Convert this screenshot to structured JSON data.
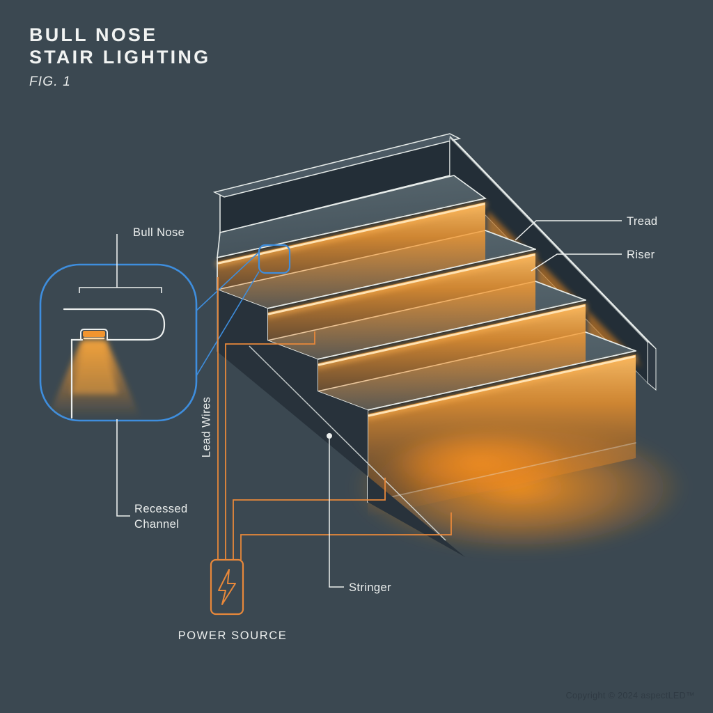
{
  "colors": {
    "background": "#3B4851",
    "accent_orange": "#EF8E2C",
    "accent_blue": "#3E8EDE",
    "line_white": "#ECEFEE",
    "tread_slate": "#4E5E69"
  },
  "title": {
    "line1": "BULL NOSE",
    "line2": "STAIR LIGHTING",
    "fig_label": "FIG. 1"
  },
  "callout_labels": {
    "bull_nose": "Bull Nose",
    "recessed_channel": "Recessed Channel"
  },
  "stair_labels": {
    "tread": "Tread",
    "riser": "Riser",
    "stringer": "Stringer"
  },
  "wiring_labels": {
    "lead_wires": "Lead Wires",
    "power_source": "POWER SOURCE"
  },
  "footer": {
    "copyright": "Copyright © 2024 aspectLED™"
  }
}
